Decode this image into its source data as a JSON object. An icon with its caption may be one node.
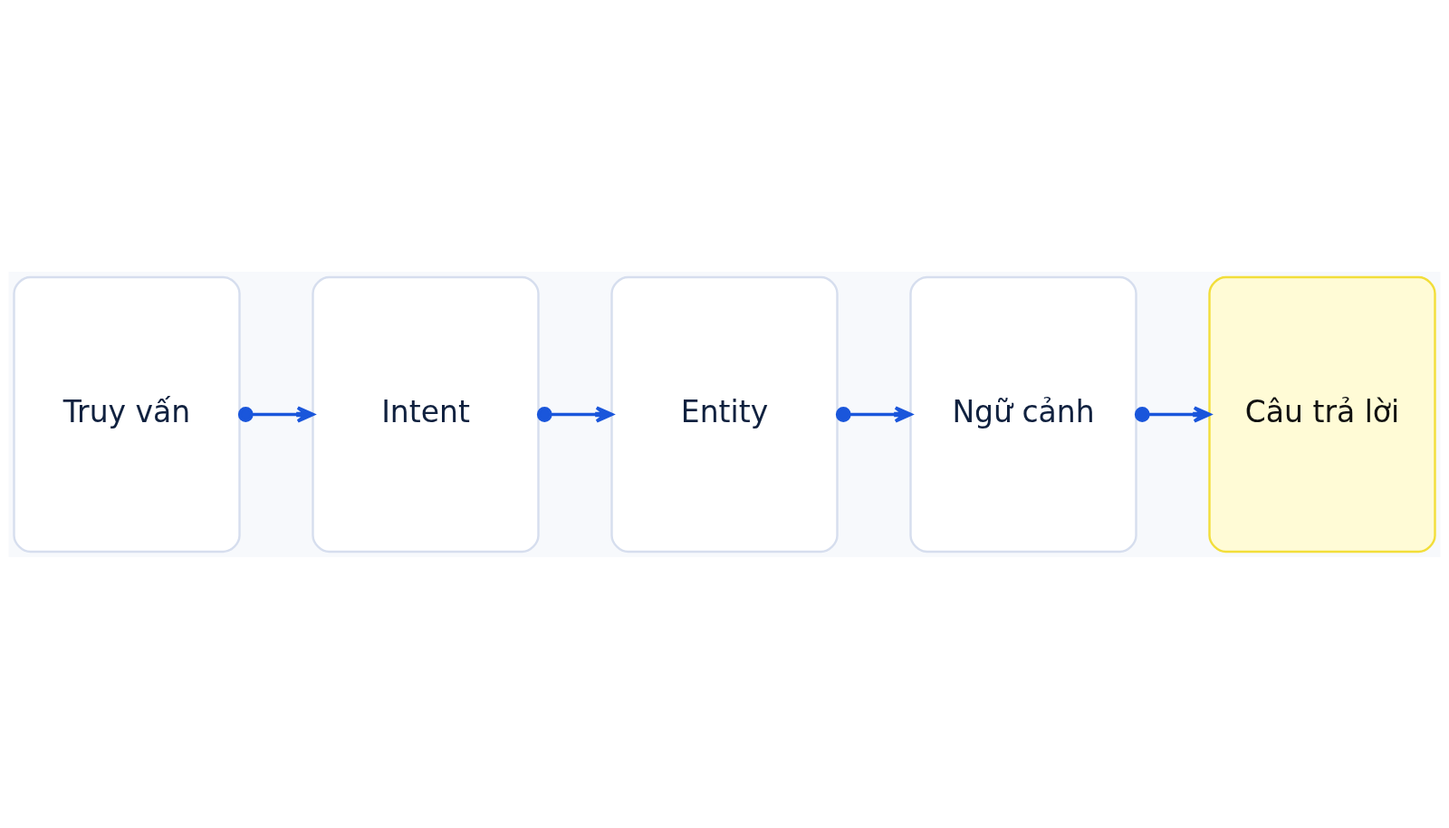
{
  "diagram": {
    "nodes": [
      {
        "text": [
          "Truy vấn"
        ]
      },
      {
        "text": [
          "Intent"
        ]
      },
      {
        "text": [
          "Entity"
        ]
      },
      {
        "text": [
          "Ngữ cảnh"
        ]
      },
      {
        "text": [
          "Câu trả lời"
        ]
      }
    ],
    "edges": [
      {
        "from": 0,
        "to": 1,
        "arrow": "to"
      },
      {
        "from": 1,
        "to": 2,
        "arrow": "to"
      },
      {
        "from": 2,
        "to": 3,
        "arrow": "to"
      },
      {
        "from": 3,
        "to": 4,
        "arrow": "to"
      }
    ]
  }
}
